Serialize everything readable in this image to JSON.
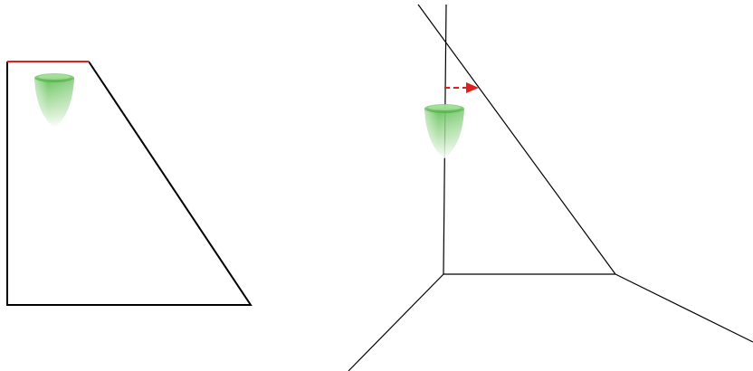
{
  "colors": {
    "background": "#ffffff",
    "outline": "#000000",
    "highlight_edge": "#e0201e",
    "arrow": "#e0201e",
    "cone_rim_light": "#aee3a3",
    "cone_rim_dark": "#6cc561",
    "cone_body_top": "#5fbf55",
    "cone_body_bottom": "#ffffff"
  },
  "left_figure": {
    "shape": "right-trapezoid",
    "top_edge_highlighted": true,
    "object_icon": "cone-icon"
  },
  "right_figure": {
    "shape": "3d-corner-with-slanted-plane",
    "arrow_style": "dashed",
    "object_icon": "cone-icon"
  }
}
